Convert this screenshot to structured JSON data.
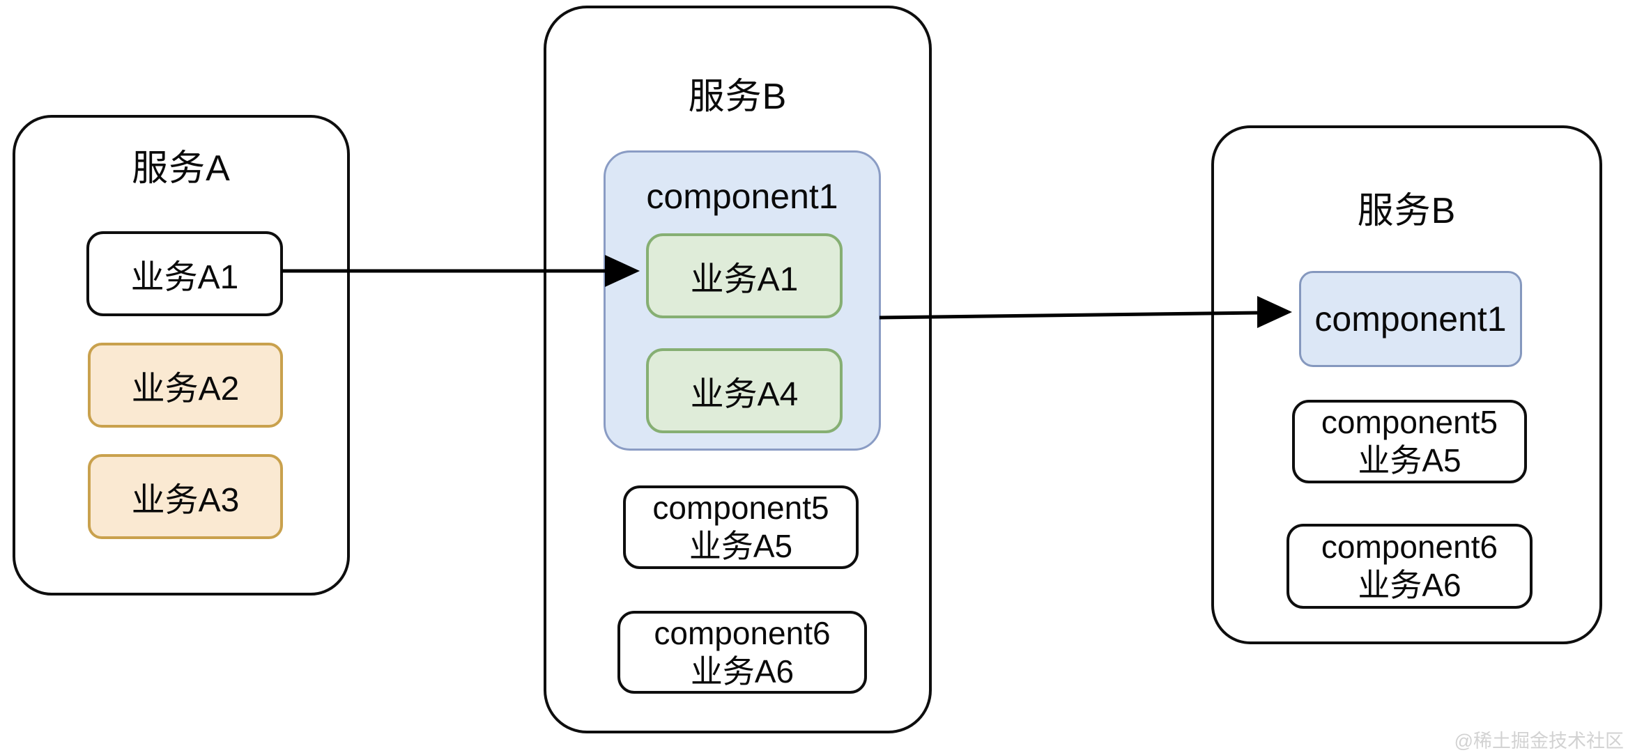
{
  "watermark": "@稀土掘金技术社区",
  "colors": {
    "tan_fill": "#FAE9D2",
    "tan_border": "#C9A14D",
    "green_fill": "#DFECD9",
    "green_border": "#86AF73",
    "blue_fill": "#DCE7F6",
    "blue_border": "#8598BE",
    "outline": "#0e0e0e",
    "arrow": "#000000"
  },
  "service_a": {
    "title": "服务A",
    "items": [
      {
        "label": "业务A1",
        "variant": "white"
      },
      {
        "label": "业务A2",
        "variant": "tan"
      },
      {
        "label": "业务A3",
        "variant": "tan"
      }
    ]
  },
  "service_b_middle": {
    "title": "服务B",
    "component1": {
      "label": "component1",
      "items": [
        {
          "label": "业务A1"
        },
        {
          "label": "业务A4"
        }
      ]
    },
    "components": [
      {
        "line1": "component5",
        "line2": "业务A5"
      },
      {
        "line1": "component6",
        "line2": "业务A6"
      }
    ]
  },
  "service_b_right": {
    "title": "服务B",
    "component1_label": "component1",
    "components": [
      {
        "line1": "component5",
        "line2": "业务A5"
      },
      {
        "line1": "component6",
        "line2": "业务A6"
      }
    ]
  },
  "arrows": [
    {
      "name": "业务A1 → component1/业务A1"
    },
    {
      "name": "component1 → component1"
    }
  ]
}
